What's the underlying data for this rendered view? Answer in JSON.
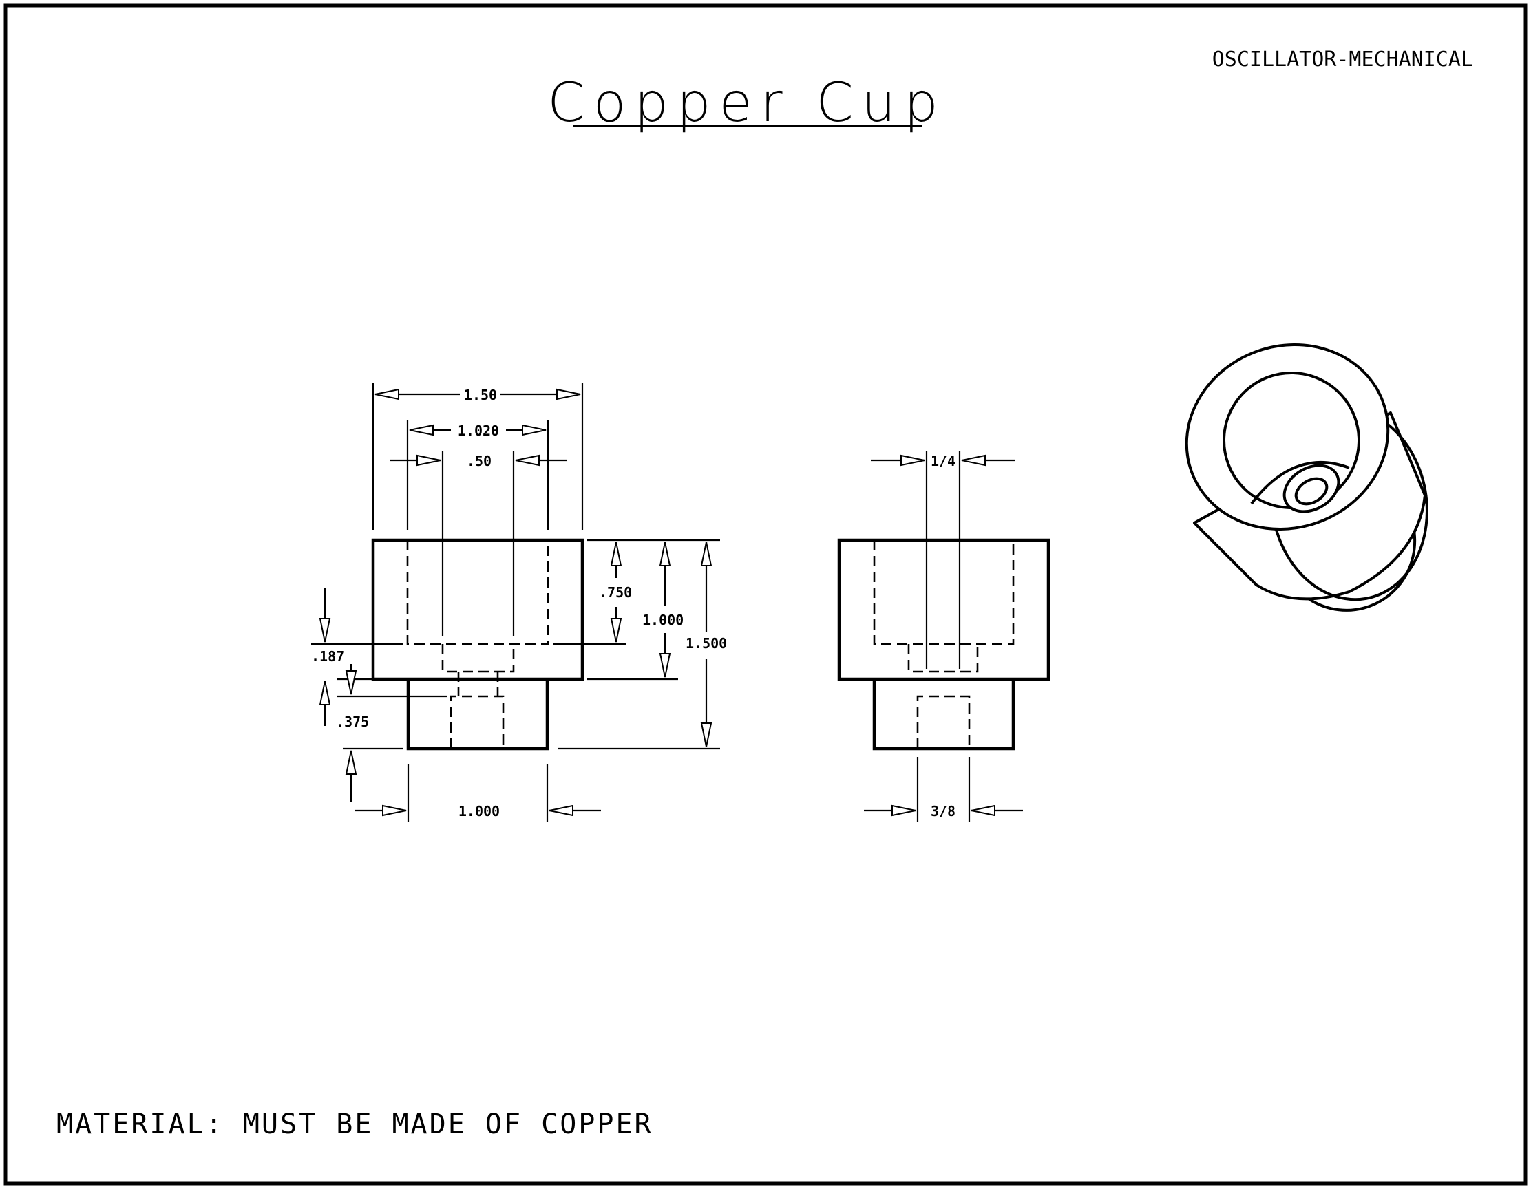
{
  "drawing": {
    "header": "OSCILLATOR-MECHANICAL",
    "title": "Copper Cup",
    "note": "MATERIAL: MUST BE MADE OF COPPER"
  },
  "front_view": {
    "dims": {
      "overall_width": "1.50",
      "bore_dia": "1.020",
      "inner_dia": ".50",
      "bore_depth": ".750",
      "body_height": "1.000",
      "overall_height": "1.500",
      "floor": ".187",
      "step": ".375",
      "base_dia": "1.000"
    }
  },
  "side_view": {
    "dims": {
      "hole": "1/4",
      "base": "3/8"
    }
  }
}
